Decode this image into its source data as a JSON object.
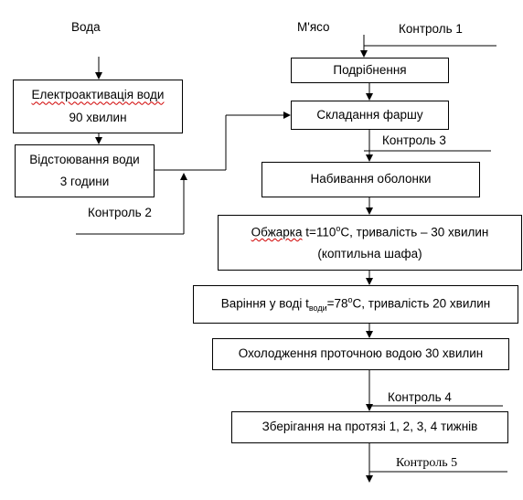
{
  "inputs": {
    "water": "Вода",
    "meat": "М'ясо"
  },
  "controls": {
    "c1": "Контроль 1",
    "c2": "Контроль 2",
    "c3": "Контроль 3",
    "c4": "Контроль 4",
    "c5": "Контроль 5"
  },
  "water_steps": {
    "electro_line1": "Електроактивація води",
    "electro_line2": "90 хвилин",
    "settle_line1": "Відстоювання води",
    "settle_line2": "3 години"
  },
  "meat_steps": {
    "grinding": "Подрібнення",
    "mincing": "Складання фаршу",
    "stuffing": "Набивання оболонки",
    "roasting": {
      "word": "Обжарка",
      "temp_prefix": " t=110",
      "deg": "о",
      "temp_unit": "С, тривалість – 30 хвилин",
      "line2": "(коптильна шафа)"
    },
    "boiling": {
      "prefix": "Варіння у воді t",
      "sub": "води",
      "middle": "=78",
      "deg": "о",
      "suffix": "С, тривалість 20 хвилин"
    },
    "cooling": "Охолодження проточною водою 30 хвилин",
    "storage": "Зберігання на протязі 1, 2, 3, 4 тижнів"
  }
}
